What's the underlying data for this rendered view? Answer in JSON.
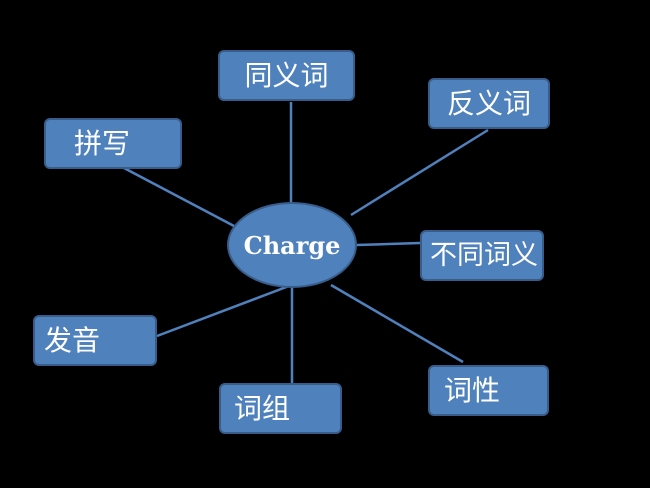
{
  "colors": {
    "background": "#000000",
    "node_fill": "#4F81BD",
    "node_border": "#385D8A",
    "connector": "#4F81BD",
    "text": "#FFFFFF"
  },
  "diagram": {
    "type": "mind-map",
    "center": {
      "label": "Charge"
    },
    "branches": [
      {
        "id": "synonym",
        "label": "同义词"
      },
      {
        "id": "antonym",
        "label": "反义词"
      },
      {
        "id": "spelling",
        "label": "拼写"
      },
      {
        "id": "different-meaning",
        "label": "不同词义"
      },
      {
        "id": "pronunciation",
        "label": "发音"
      },
      {
        "id": "phrase",
        "label": "词组"
      },
      {
        "id": "part-of-speech",
        "label": "词性"
      }
    ]
  }
}
